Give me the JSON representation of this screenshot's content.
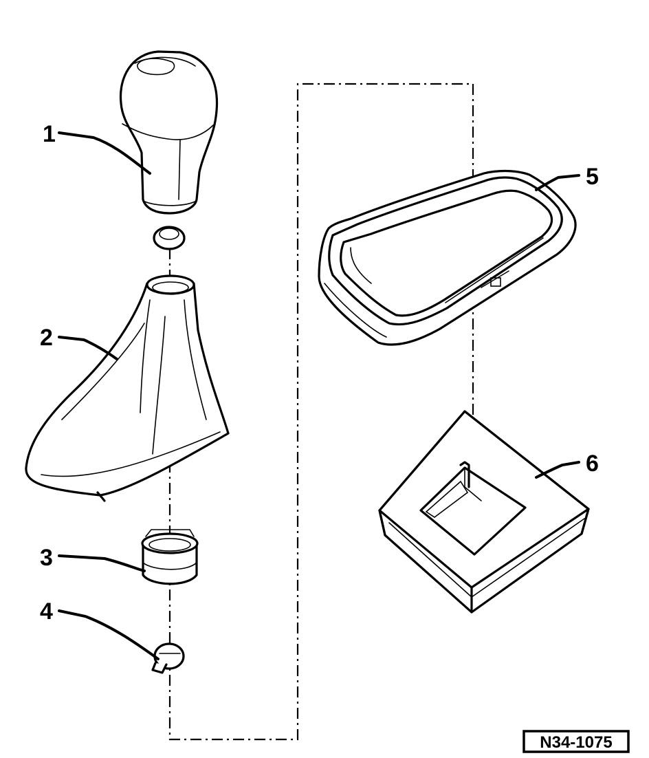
{
  "diagram": {
    "callouts": [
      {
        "number": "1"
      },
      {
        "number": "2"
      },
      {
        "number": "3"
      },
      {
        "number": "4"
      },
      {
        "number": "5"
      },
      {
        "number": "6"
      }
    ],
    "reference_code": "N34-1075"
  }
}
